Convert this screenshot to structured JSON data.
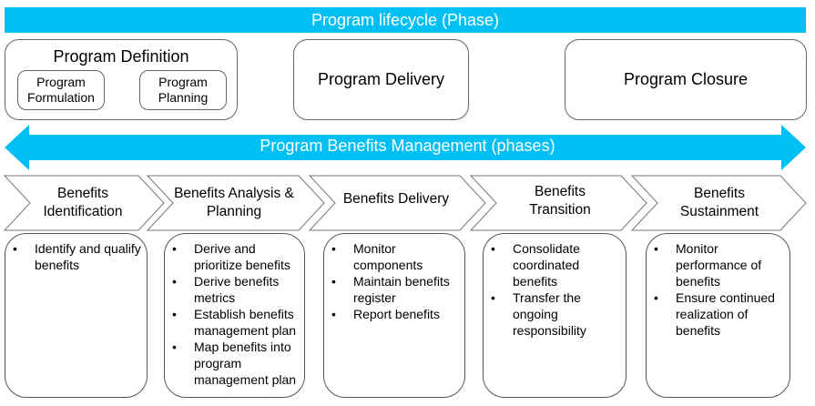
{
  "lifecycle_title": "Program lifecycle (Phase)",
  "program_definition": {
    "title": "Program Definition",
    "sub": [
      "Program Formulation",
      "Program Planning"
    ]
  },
  "program_delivery": "Program Delivery",
  "program_closure": "Program Closure",
  "benefits_title": "Program Benefits Management (phases)",
  "phases": [
    {
      "label": "Benefits Identification",
      "items": [
        "Identify and qualify benefits"
      ]
    },
    {
      "label": "Benefits Analysis & Planning",
      "items": [
        "Derive and prioritize benefits",
        "Derive benefits metrics",
        "Establish benefits management plan",
        "Map benefits into program management plan"
      ]
    },
    {
      "label": "Benefits Delivery",
      "items": [
        "Monitor components",
        "Maintain benefits register",
        "Report benefits"
      ]
    },
    {
      "label": "Benefits Transition",
      "items": [
        "Consolidate coordinated benefits",
        "Transfer the ongoing responsibility"
      ]
    },
    {
      "label": "Benefits Sustainment",
      "items": [
        "Monitor performance of benefits",
        "Ensure continued realization of benefits"
      ]
    }
  ],
  "colors": {
    "accent": "#00BFF5",
    "border": "#666666"
  }
}
